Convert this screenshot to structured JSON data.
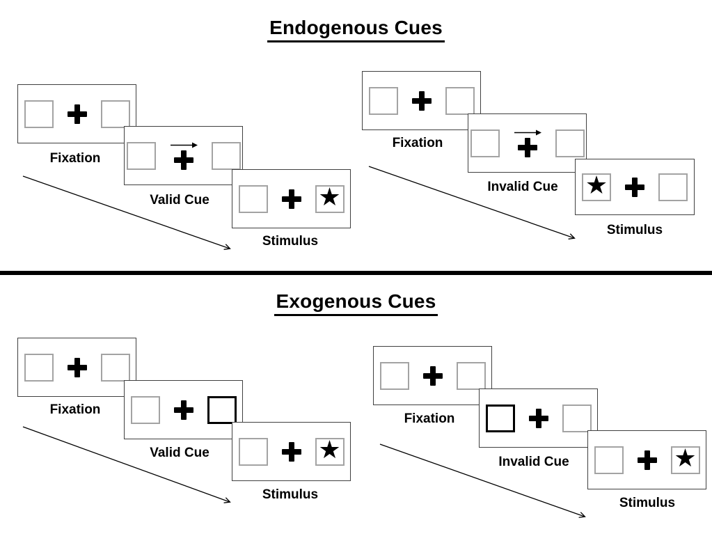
{
  "glyphs": {
    "star": "★"
  },
  "colors": {
    "ink": "#000000",
    "panel_border": "#3f3f3f",
    "box_border": "#a3a3a3",
    "background": "#ffffff"
  },
  "sections": [
    {
      "title": "Endogenous Cues",
      "groups": [
        {
          "name": "endogenous-valid",
          "panels": [
            {
              "label": "Fixation",
              "left_box": "empty",
              "right_box": "empty",
              "cue": "none"
            },
            {
              "label": "Valid Cue",
              "left_box": "empty",
              "right_box": "empty",
              "cue": "central-arrow-right"
            },
            {
              "label": "Stimulus",
              "left_box": "empty",
              "right_box": "star",
              "cue": "none"
            }
          ]
        },
        {
          "name": "endogenous-invalid",
          "panels": [
            {
              "label": "Fixation",
              "left_box": "empty",
              "right_box": "empty",
              "cue": "none"
            },
            {
              "label": "Invalid Cue",
              "left_box": "empty",
              "right_box": "empty",
              "cue": "central-arrow-right"
            },
            {
              "label": "Stimulus",
              "left_box": "star",
              "right_box": "empty",
              "cue": "none"
            }
          ]
        }
      ]
    },
    {
      "title": "Exogenous Cues",
      "groups": [
        {
          "name": "exogenous-valid",
          "panels": [
            {
              "label": "Fixation",
              "left_box": "empty",
              "right_box": "empty",
              "cue": "none"
            },
            {
              "label": "Valid Cue",
              "left_box": "empty",
              "right_box": "highlighted",
              "cue": "peripheral-right"
            },
            {
              "label": "Stimulus",
              "left_box": "empty",
              "right_box": "star",
              "cue": "none"
            }
          ]
        },
        {
          "name": "exogenous-invalid",
          "panels": [
            {
              "label": "Fixation",
              "left_box": "empty",
              "right_box": "empty",
              "cue": "none"
            },
            {
              "label": "Invalid Cue",
              "left_box": "highlighted",
              "right_box": "empty",
              "cue": "peripheral-left"
            },
            {
              "label": "Stimulus",
              "left_box": "empty",
              "right_box": "star",
              "cue": "none"
            }
          ]
        }
      ]
    }
  ]
}
